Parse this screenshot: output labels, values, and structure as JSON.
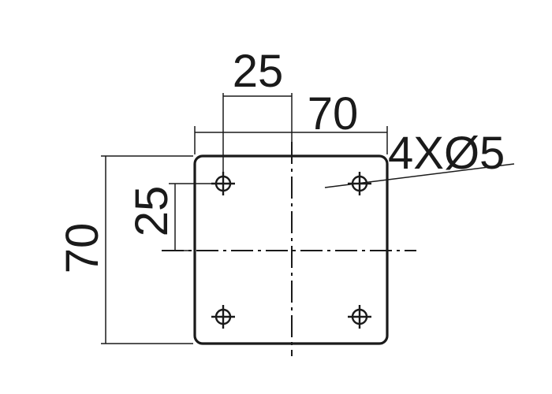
{
  "drawing": {
    "dims": {
      "hole_spacing_x": "25",
      "plate_width": "70",
      "hole_note": "4XØ5",
      "hole_spacing_y": "25",
      "plate_height": "70"
    }
  }
}
